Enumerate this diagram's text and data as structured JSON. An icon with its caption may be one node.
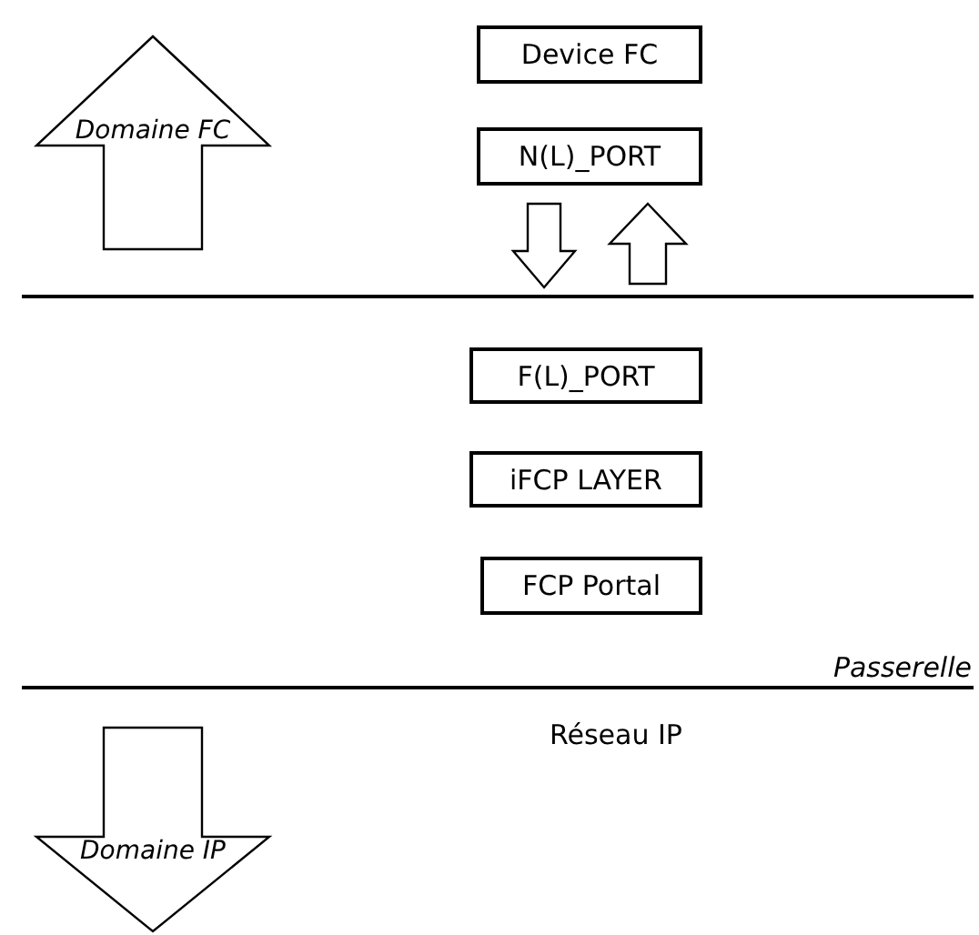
{
  "diagram": {
    "nodes": [
      {
        "text": [
          "Domaine FC"
        ]
      },
      {
        "text": [
          "Device FC"
        ]
      },
      {
        "text": [
          "N(L)_PORT"
        ]
      },
      {
        "text": [
          "F(L)_PORT"
        ]
      },
      {
        "text": [
          "iFCP LAYER"
        ]
      },
      {
        "text": [
          "FCP Portal"
        ]
      },
      {
        "text": [
          "Domaine IP"
        ]
      }
    ],
    "labels": [
      "Passerelle",
      "Réseau IP"
    ]
  }
}
